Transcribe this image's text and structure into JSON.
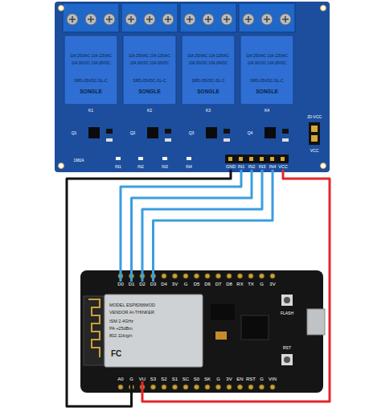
{
  "diagram": {
    "nodes": [
      {
        "text": [
          "GND"
        ]
      },
      {
        "text": [
          "IN1"
        ]
      },
      {
        "text": [
          "IN2"
        ]
      },
      {
        "text": [
          "IN3"
        ]
      },
      {
        "text": [
          "IN4"
        ]
      },
      {
        "text": [
          "VCC"
        ]
      },
      {
        "text": [
          "D0"
        ]
      },
      {
        "text": [
          "D1"
        ]
      },
      {
        "text": [
          "D2"
        ]
      },
      {
        "text": [
          "D3"
        ]
      },
      {
        "text": [
          "G"
        ]
      },
      {
        "text": [
          "VU"
        ]
      }
    ],
    "edges": [
      {
        "from": 0,
        "to": 10,
        "arrow": "none"
      },
      {
        "from": 1,
        "to": 6,
        "arrow": "none"
      },
      {
        "from": 2,
        "to": 7,
        "arrow": "none"
      },
      {
        "from": 3,
        "to": 8,
        "arrow": "none"
      },
      {
        "from": 4,
        "to": 9,
        "arrow": "none"
      },
      {
        "from": 5,
        "to": 11,
        "arrow": "none"
      }
    ],
    "labels": [
      "K1",
      "K2",
      "K3",
      "K4",
      "10A 250VAC 10A 125VAC",
      "10A 30VDC 10A 28VDC",
      "SRD-05VDC-SL-C",
      "SONGLE",
      "10A 250VAC 10A 125VAC",
      "10A 30VDC 10A 28VDC",
      "SRD-05VDC-SL-C",
      "SONGLE",
      "10A 250VAC 10A 125VAC",
      "10A 30VDC 10A 28VDC",
      "SRD-05VDC-SL-C",
      "SONGLE",
      "10A 250VAC 10A 125VAC",
      "10A 30VDC 10A 28VDC",
      "SRD-05VDC-SL-C",
      "SONGLE",
      "Q1",
      "Q2",
      "Q3",
      "Q4",
      "IN1",
      "IN2",
      "IN3",
      "IN4",
      "JD-VCC",
      "VCC",
      "1982A",
      "D4",
      "3V",
      "G",
      "D5",
      "D6",
      "D7",
      "D8",
      "RX",
      "TX",
      "G",
      "3V",
      "A0",
      "S3",
      "S2",
      "S1",
      "SC",
      "S0",
      "SK",
      "G",
      "3V",
      "EN",
      "RST",
      "G",
      "VIN",
      "MODEL ESP8266MOD",
      "VENDOR AI-THINKER",
      "ISM 2.4GHz",
      "PA +25dBm",
      "802.11b/g/n",
      "FC",
      "FLASH",
      "RST"
    ]
  }
}
